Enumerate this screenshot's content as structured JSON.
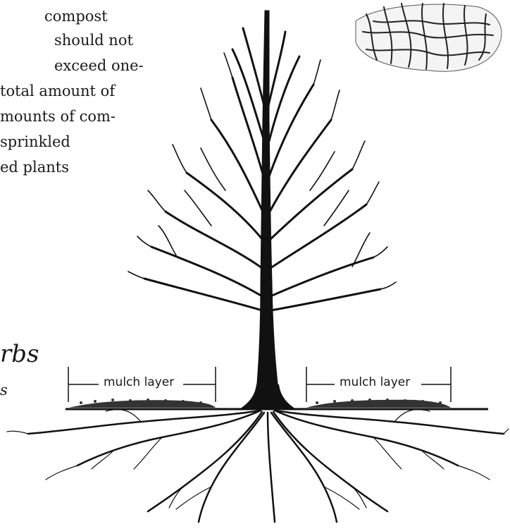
{
  "body_text": {
    "lines": [
      "compost",
      "should not",
      "exceed one-",
      "total amount of",
      "mounts of com-",
      "sprinkled",
      "ed plants"
    ],
    "heading_fragment": "rbs",
    "subheading_fragment": "s"
  },
  "illustration": {
    "mulch_label_left": "mulch layer",
    "mulch_label_right": "mulch layer"
  }
}
